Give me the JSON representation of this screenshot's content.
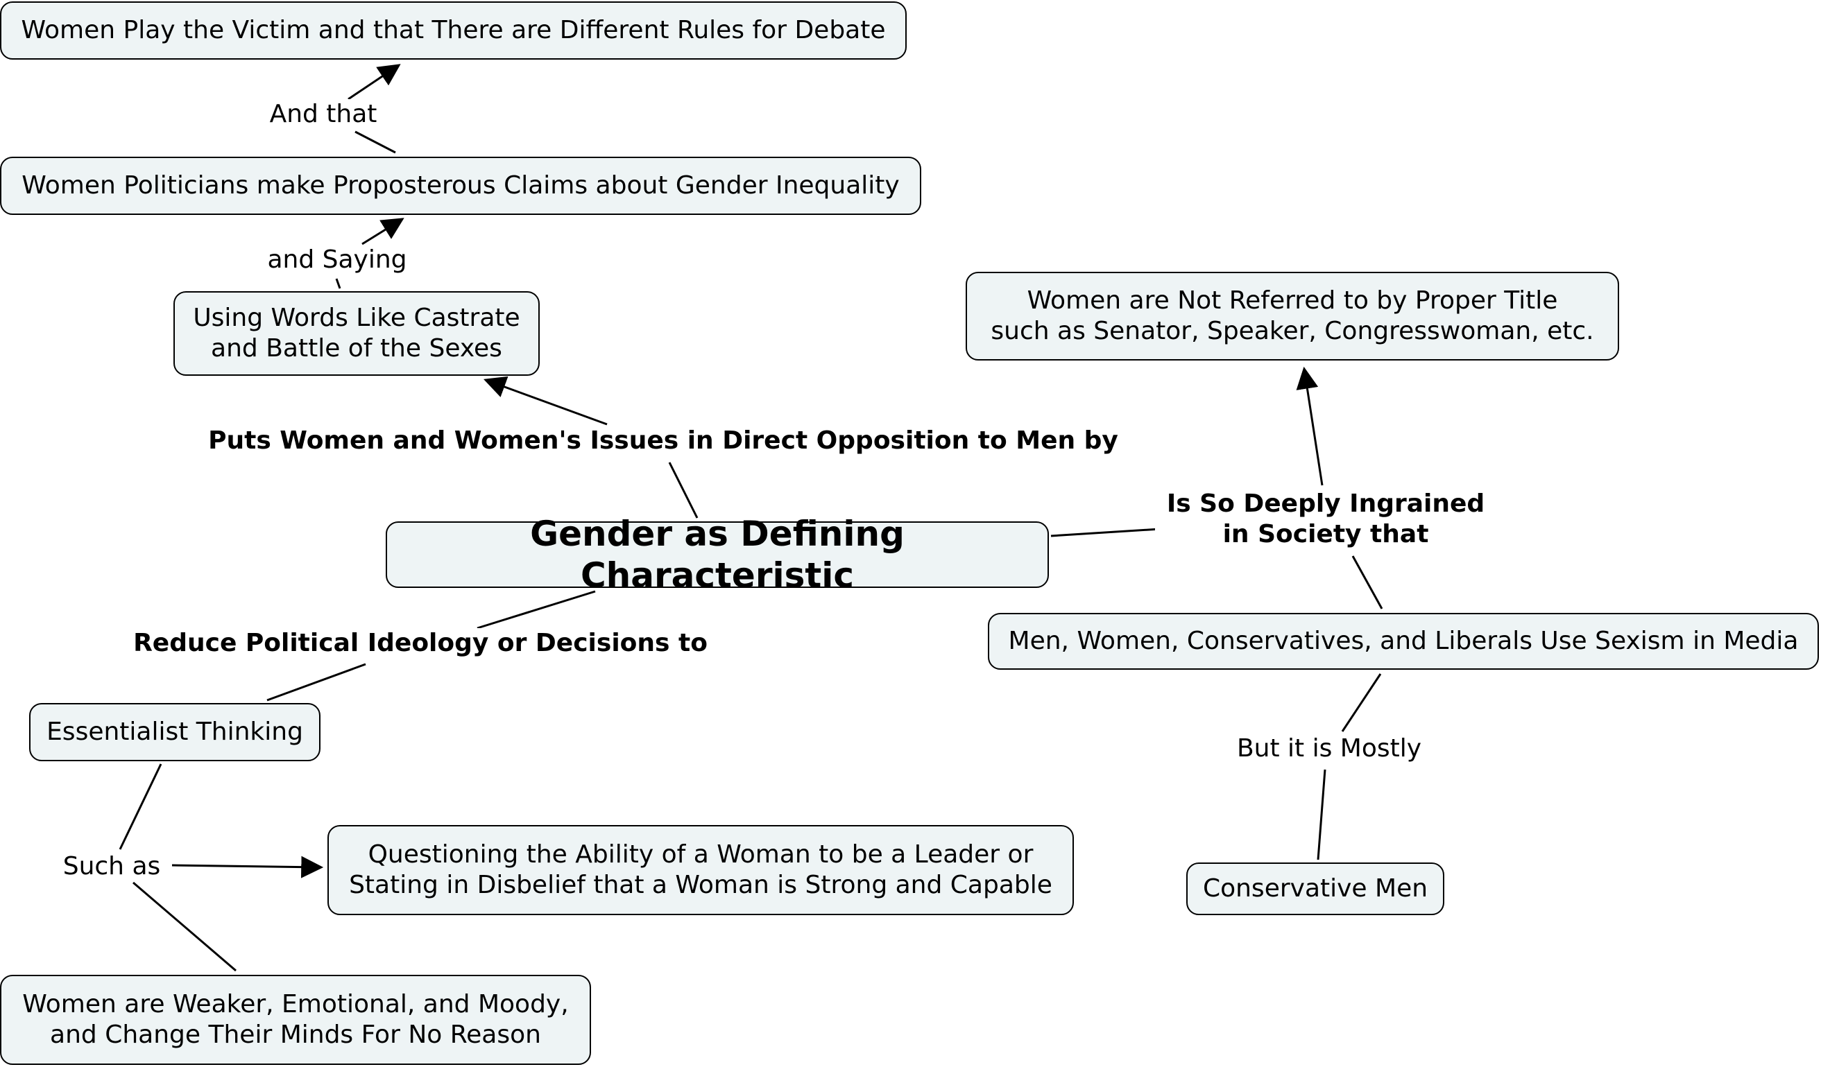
{
  "nodes": {
    "victim": "Women Play the Victim and that There are Different Rules for Debate",
    "claims": "Women Politicians make Proposterous Claims about Gender Inequality",
    "words": "Using Words Like Castrate\nand Battle of the Sexes",
    "title": "Women are Not Referred to by Proper Title\nsuch as Senator, Speaker, Congresswoman, etc.",
    "gender": "Gender as Defining Characteristic",
    "sexism": "Men, Women, Conservatives, and Liberals Use Sexism in Media",
    "essentialist": "Essentialist Thinking",
    "questioning": "Questioning the Ability of a Woman to be a Leader or\nStating in Disbelief that a Woman is Strong and Capable",
    "conservative": "Conservative Men",
    "weaker": "Women are Weaker, Emotional, and Moody,\nand Change Their Minds For No Reason"
  },
  "links": {
    "and_that": "And that",
    "and_saying": "and Saying",
    "puts": "Puts Women and Women's Issues in Direct Opposition to Men by",
    "ingrained": "Is So Deeply Ingrained\nin Society that",
    "reduce": "Reduce Political Ideology or Decisions to",
    "mostly": "But it is Mostly",
    "such_as": "Such as"
  },
  "colors": {
    "node_fill": "#eef4f5",
    "stroke": "#000000",
    "background": "#ffffff"
  }
}
